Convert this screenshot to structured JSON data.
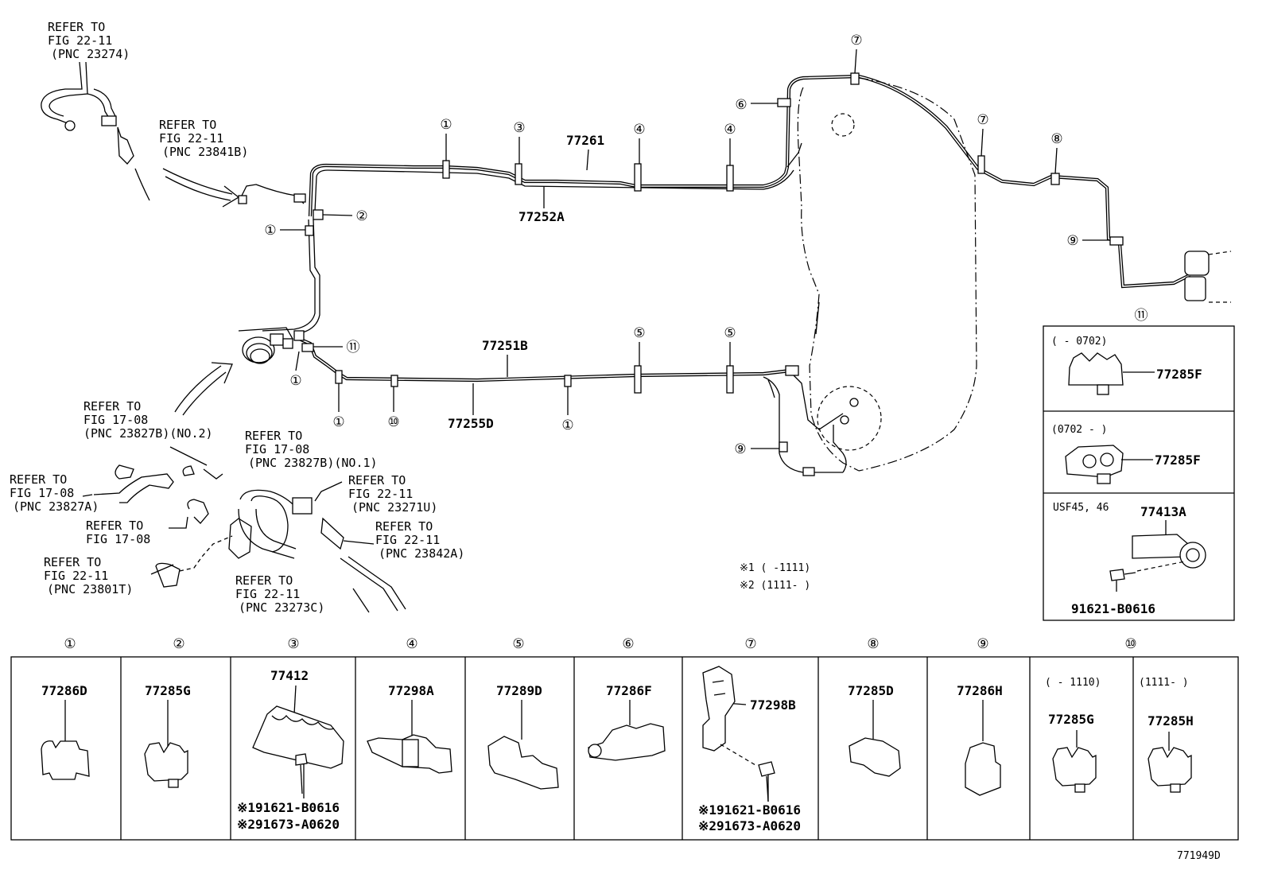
{
  "refs": [
    {
      "lines": [
        "REFER TO",
        "FIG 22-11",
        "(PNC 23274)"
      ]
    },
    {
      "lines": [
        "REFER TO",
        "FIG 22-11",
        "(PNC 23841B)"
      ]
    },
    {
      "lines": [
        "REFER TO",
        "FIG 17-08",
        "(PNC 23827B)(NO.2)"
      ]
    },
    {
      "lines": [
        "REFER TO",
        "FIG 17-08",
        "(PNC 23827B)(NO.1)"
      ]
    },
    {
      "lines": [
        "REFER TO",
        "FIG 17-08",
        "(PNC 23827A)"
      ]
    },
    {
      "lines": [
        "REFER TO",
        "FIG 17-08"
      ]
    },
    {
      "lines": [
        "REFER TO",
        "FIG 22-11",
        "(PNC 23801T)"
      ]
    },
    {
      "lines": [
        "REFER TO",
        "FIG 22-11",
        "(PNC 23273C)"
      ]
    },
    {
      "lines": [
        "REFER TO",
        "FIG 22-11",
        "(PNC 23271U)"
      ]
    },
    {
      "lines": [
        "REFER TO",
        "FIG 22-11",
        "(PNC 23842A)"
      ]
    }
  ],
  "main_parts": {
    "p77261": "77261",
    "p77252A": "77252A",
    "p77251B": "77251B",
    "p77255D": "77255D"
  },
  "callouts": {
    "c1": "①",
    "c2": "②",
    "c3": "③",
    "c4": "④",
    "c5": "⑤",
    "c6": "⑥",
    "c7": "⑦",
    "c8": "⑧",
    "c9": "⑨",
    "c10": "⑩",
    "c11": "⑪"
  },
  "notes": {
    "n1": "※1 (    -1111)",
    "n2": "※2 (1111-    )"
  },
  "inset11": {
    "range1": "(        - 0702)",
    "part1": "77285F",
    "range2": "(0702 -        )",
    "part2": "77285F",
    "model": "USF45, 46",
    "part3": "77413A",
    "bolt": "91621-B0616"
  },
  "legend": [
    {
      "num": "①",
      "parts": [
        "77286D"
      ]
    },
    {
      "num": "②",
      "parts": [
        "77285G"
      ]
    },
    {
      "num": "③",
      "parts": [
        "77412"
      ],
      "bolts": [
        "※191621-B0616",
        "※291673-A0620"
      ]
    },
    {
      "num": "④",
      "parts": [
        "77298A"
      ]
    },
    {
      "num": "⑤",
      "parts": [
        "77289D"
      ]
    },
    {
      "num": "⑥",
      "parts": [
        "77286F"
      ]
    },
    {
      "num": "⑦",
      "parts": [
        "77298B"
      ],
      "bolts": [
        "※191621-B0616",
        "※291673-A0620"
      ]
    },
    {
      "num": "⑧",
      "parts": [
        "77285D"
      ]
    },
    {
      "num": "⑨",
      "parts": [
        "77286H"
      ]
    },
    {
      "num": "⑩",
      "sub": [
        {
          "range": "(    - 1110)",
          "part": "77285G"
        },
        {
          "range": "(1111-     )",
          "part": "77285H"
        }
      ]
    }
  ],
  "code": "771949D"
}
